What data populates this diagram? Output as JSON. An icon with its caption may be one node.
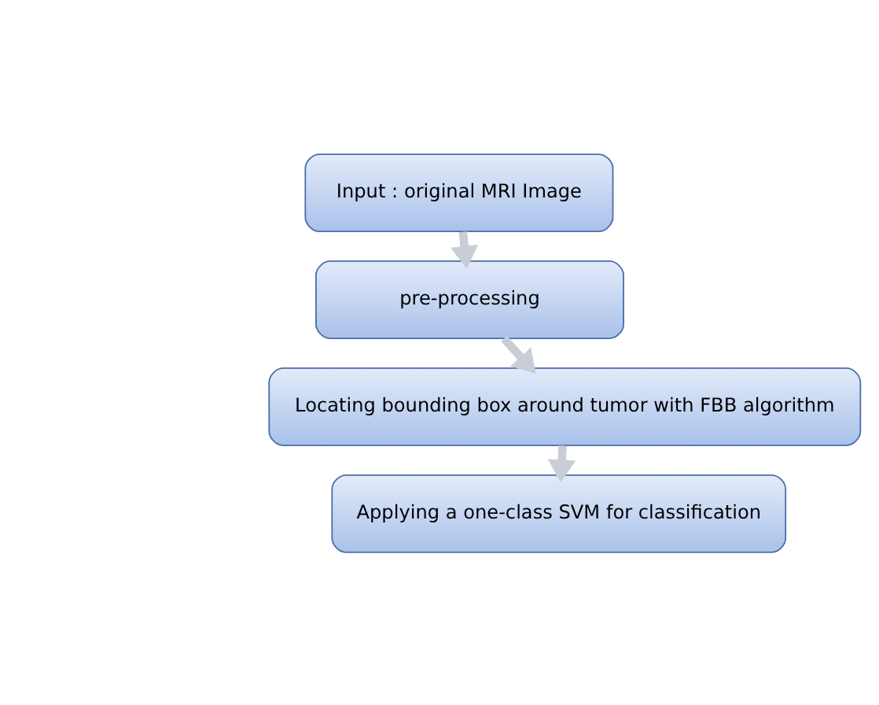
{
  "diagram": {
    "nodes": [
      {
        "text": [
          "Input : original MRI Image"
        ]
      },
      {
        "text": [
          "pre-processing"
        ]
      },
      {
        "text": [
          "Locating bounding box around tumor with FBB algorithm"
        ]
      },
      {
        "text": [
          "Applying a one-class SVM for classification"
        ]
      }
    ],
    "edges": [
      {
        "from": 0,
        "to": 1,
        "arrow": "to"
      },
      {
        "from": 1,
        "to": 2,
        "arrow": "to"
      },
      {
        "from": 2,
        "to": 3,
        "arrow": "to"
      }
    ]
  }
}
